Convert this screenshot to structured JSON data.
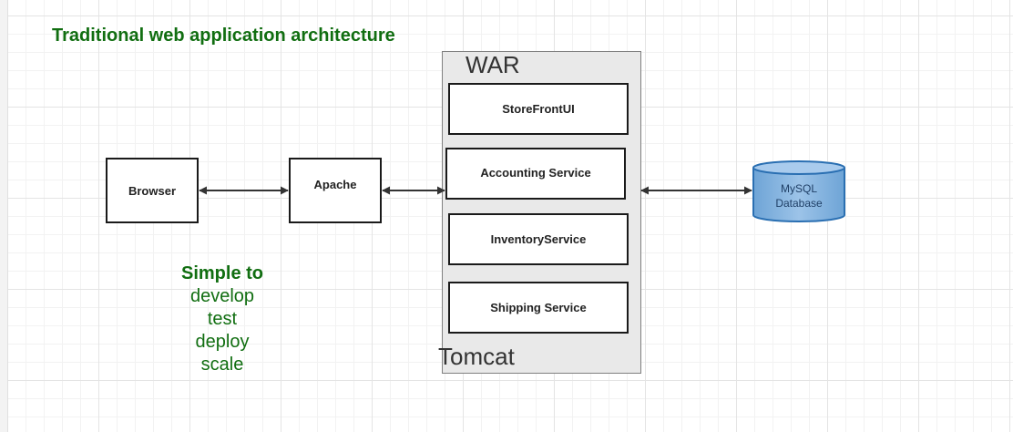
{
  "title": "Traditional web application architecture",
  "nodes": {
    "browser": "Browser",
    "apache": "Apache",
    "war": "WAR",
    "tomcat": "Tomcat",
    "storefront": "StoreFrontUI",
    "accounting": "Accounting Service",
    "inventory": "InventoryService",
    "shipping": "Shipping Service",
    "db_line1": "MySQL",
    "db_line2": "Database"
  },
  "benefits": {
    "heading": "Simple to",
    "items": [
      "develop",
      "test",
      "deploy",
      "scale"
    ]
  },
  "colors": {
    "title_green": "#116e11",
    "db_fill": "#7fb0de",
    "db_stroke": "#2a6fb2"
  }
}
